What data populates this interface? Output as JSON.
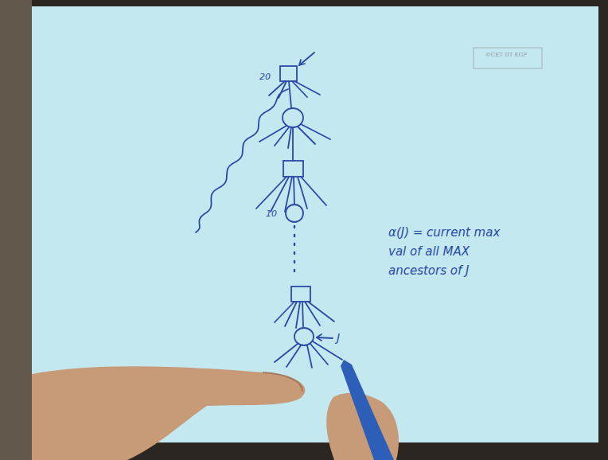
{
  "diagram": {
    "labels": [
      "©CET IIT KGP",
      "20",
      "10",
      "J",
      "α(J) = current max val of all MAX ancestors of J"
    ]
  }
}
